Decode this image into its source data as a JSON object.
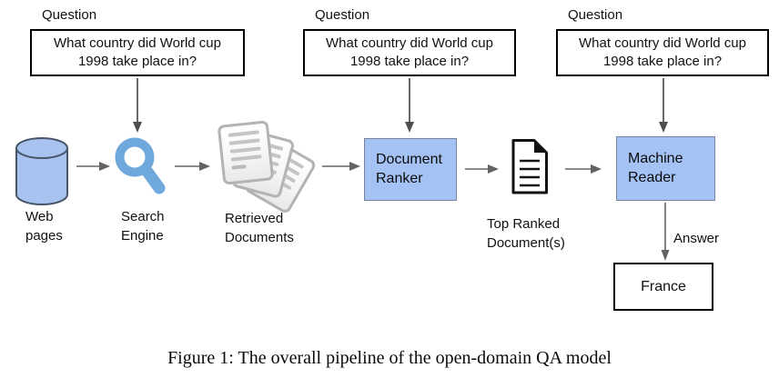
{
  "questions": [
    {
      "label": "Question",
      "text": "What country did World cup 1998 take place in?"
    },
    {
      "label": "Question",
      "text": "What country did World cup 1998 take place in?"
    },
    {
      "label": "Question",
      "text": "What country did World cup 1998 take place in?"
    }
  ],
  "pipeline": {
    "web_pages_label": "Web pages",
    "search_engine_label": "Search Engine",
    "retrieved_documents_label": "Retrieved Documents",
    "document_ranker_label": "Document Ranker",
    "top_ranked_label": "Top Ranked Document(s)",
    "machine_reader_label": "Machine Reader",
    "answer_label": "Answer",
    "answer_value": "France"
  },
  "icons": {
    "web_pages": "database-cylinder-icon",
    "search_engine": "magnifier-icon",
    "retrieved_documents": "document-stack-icon",
    "top_ranked_document": "document-page-icon"
  },
  "colors": {
    "process_box_fill": "#a4c2f4",
    "process_box_border": "#76839b",
    "cylinder_fill": "#a9c3f0",
    "cylinder_stroke": "#475569",
    "magnifier_blue": "#6fa8dc",
    "page_border_gray": "#b3b3b3",
    "arrow_gray": "#5c5c5c",
    "box_border_black": "#000000"
  },
  "caption": "Figure 1: The overall pipeline of the open-domain QA model"
}
